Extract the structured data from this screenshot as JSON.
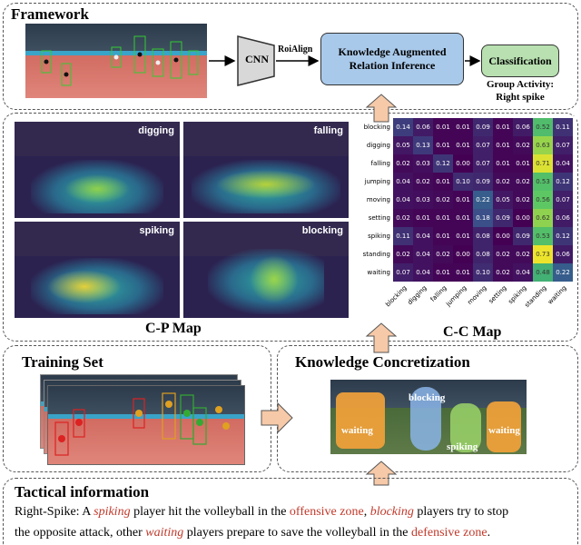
{
  "framework": {
    "title": "Framework",
    "cnn": "CNN",
    "roialign": "RoiAlign",
    "inference": "Knowledge Augmented Relation Inference",
    "classification": "Classification",
    "group_activity_label": "Group Activity:",
    "group_activity_value": "Right spike"
  },
  "cp_map": {
    "caption": "C-P Map",
    "panels": [
      "digging",
      "falling",
      "spiking",
      "blocking"
    ]
  },
  "cc_map": {
    "caption": "C-C Map"
  },
  "chart_data": {
    "type": "heatmap",
    "rows": [
      "blocking",
      "digging",
      "falling",
      "jumping",
      "moving",
      "setting",
      "spiking",
      "standing",
      "waiting"
    ],
    "cols": [
      "blocking",
      "digging",
      "falling",
      "jumping",
      "moving",
      "setting",
      "spiking",
      "standing",
      "waiting"
    ],
    "values": [
      [
        0.14,
        0.06,
        0.01,
        0.01,
        0.09,
        0.01,
        0.06,
        0.52,
        0.11
      ],
      [
        0.05,
        0.13,
        0.01,
        0.01,
        0.07,
        0.01,
        0.02,
        0.63,
        0.07
      ],
      [
        0.02,
        0.03,
        0.12,
        0.0,
        0.07,
        0.01,
        0.01,
        0.71,
        0.04
      ],
      [
        0.04,
        0.02,
        0.01,
        0.1,
        0.09,
        0.02,
        0.02,
        0.53,
        0.12
      ],
      [
        0.04,
        0.03,
        0.02,
        0.01,
        0.22,
        0.05,
        0.02,
        0.56,
        0.07
      ],
      [
        0.02,
        0.01,
        0.01,
        0.01,
        0.18,
        0.09,
        0.0,
        0.62,
        0.06
      ],
      [
        0.11,
        0.04,
        0.01,
        0.01,
        0.08,
        0.0,
        0.09,
        0.53,
        0.12
      ],
      [
        0.02,
        0.04,
        0.02,
        0.0,
        0.08,
        0.02,
        0.02,
        0.73,
        0.06
      ],
      [
        0.07,
        0.04,
        0.01,
        0.01,
        0.1,
        0.02,
        0.04,
        0.48,
        0.22
      ]
    ]
  },
  "training": {
    "title": "Training Set"
  },
  "knowledge": {
    "title": "Knowledge Concretization",
    "labels": [
      "blocking",
      "waiting",
      "spiking",
      "waiting"
    ]
  },
  "tactical": {
    "title": "Tactical information",
    "line1_a": "Right-Spike: A ",
    "line1_b": "spiking",
    "line1_c": " player hit the volleyball in the ",
    "line1_d": "offensive zone",
    "line1_e": ", ",
    "line1_f": "blocking",
    "line1_g": " players try to stop",
    "line2_a": "the opposite attack, other ",
    "line2_b": "waiting",
    "line2_c": " players prepare to save the volleyball in the ",
    "line2_d": "defensive zone",
    "line2_e": "."
  },
  "colors": {
    "inference_fill": "#a9c9ea",
    "classification_fill": "#b8e0b0",
    "arrow_fill": "#f6c9a8"
  }
}
